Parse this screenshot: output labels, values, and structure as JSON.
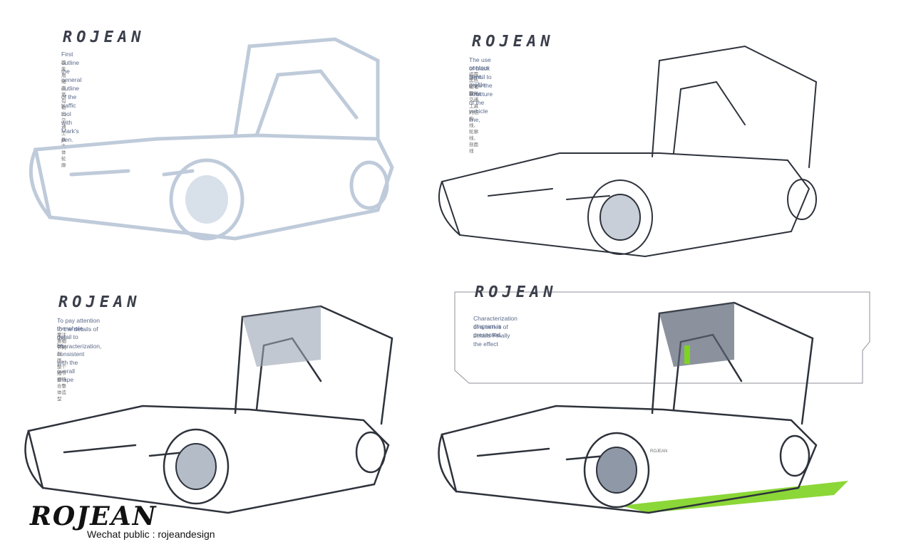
{
  "panels": [
    {
      "logo": "ROJEAN",
      "caption": "First outline the general outline of the traffic tool with Mark's pen.",
      "caption_cn": "首先用马克笔勾勒出交通工具大体轮廓"
    },
    {
      "logo": "ROJEAN",
      "caption_lines": [
        "The use of black pencil to draw the structure of the vehicle line,",
        "contour lines, profile lines"
      ],
      "caption_cn": "运用黑色铅笔画出交通工具的结构线、轮廓线、剖面线"
    },
    {
      "logo": "ROJEAN",
      "caption_lines": [
        "To pay attention to the details of the characterization,",
        "the whole detail to be consistent with the overall shape"
      ],
      "caption_cn": "要注意细节的刻画，整个细节要符合整体造型"
    },
    {
      "logo": "ROJEAN",
      "caption_lines": [
        "Characterization of a series of details   Finally the effect",
        "diagram is presented."
      ],
      "tag": "ROJEAN"
    }
  ],
  "footer": {
    "logo": "ROJEAN",
    "text": "Wechat public : rojeandesign"
  },
  "colors": {
    "sketch_light": "#b9c6d6",
    "sketch_dark": "#2d323b",
    "accent_green": "#7ed321"
  }
}
